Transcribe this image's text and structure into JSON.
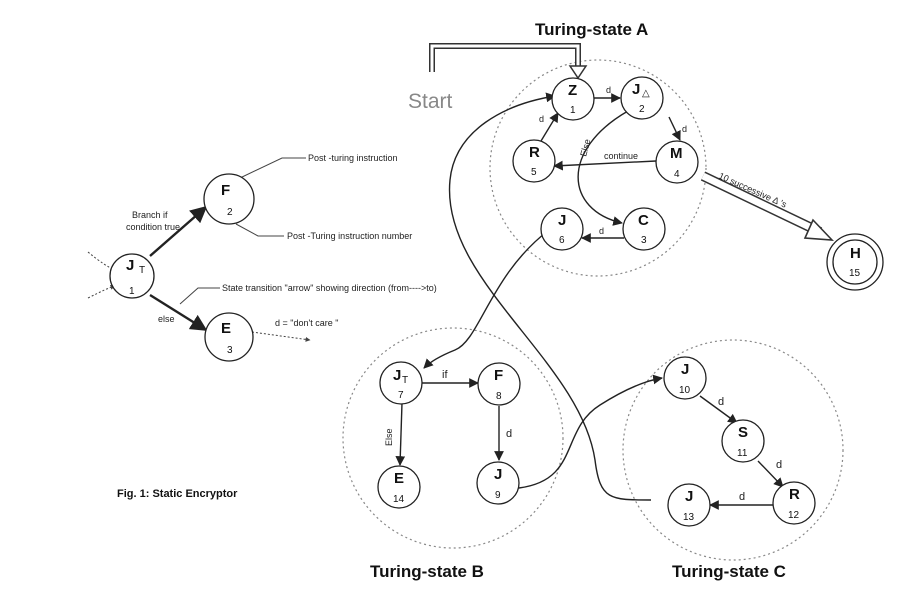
{
  "titles": {
    "a": "Turing-state A",
    "b": "Turing-state B",
    "c": "Turing-state C"
  },
  "start_label": "Start",
  "caption": "Fig. 1: Static Encryptor",
  "legend": {
    "node_j": {
      "letter": "J",
      "sub": "T",
      "num": "1"
    },
    "node_f": {
      "letter": "F",
      "num": "2"
    },
    "node_e": {
      "letter": "E",
      "num": "3"
    },
    "post_turing_instruction": "Post -turing instruction",
    "post_turing_number": "Post -Turing instruction number",
    "branch_line1": "Branch if",
    "branch_line2": "condition true",
    "else": "else",
    "arrow_note": "State transition \"arrow\" showing direction (from---->to)",
    "dont_care": "d = \"don't care \""
  },
  "nodes": {
    "z1": {
      "letter": "Z",
      "num": "1"
    },
    "jd2": {
      "letter": "J",
      "sub": "△",
      "num": "2"
    },
    "m4": {
      "letter": "M",
      "num": "4"
    },
    "r5": {
      "letter": "R",
      "num": "5"
    },
    "c3": {
      "letter": "C",
      "num": "3"
    },
    "j6": {
      "letter": "J",
      "num": "6"
    },
    "h15": {
      "letter": "H",
      "num": "15"
    },
    "jt7": {
      "letter": "J",
      "sub": "T",
      "num": "7"
    },
    "f8": {
      "letter": "F",
      "num": "8"
    },
    "e14": {
      "letter": "E",
      "num": "14"
    },
    "j9": {
      "letter": "J",
      "num": "9"
    },
    "j10": {
      "letter": "J",
      "num": "10"
    },
    "s11": {
      "letter": "S",
      "num": "11"
    },
    "r12": {
      "letter": "R",
      "num": "12"
    },
    "j13": {
      "letter": "J",
      "num": "13"
    }
  },
  "edge_labels": {
    "d": "d",
    "else": "Else",
    "continue": "continue",
    "if": "if",
    "successive": "10 successive Δ 's"
  }
}
